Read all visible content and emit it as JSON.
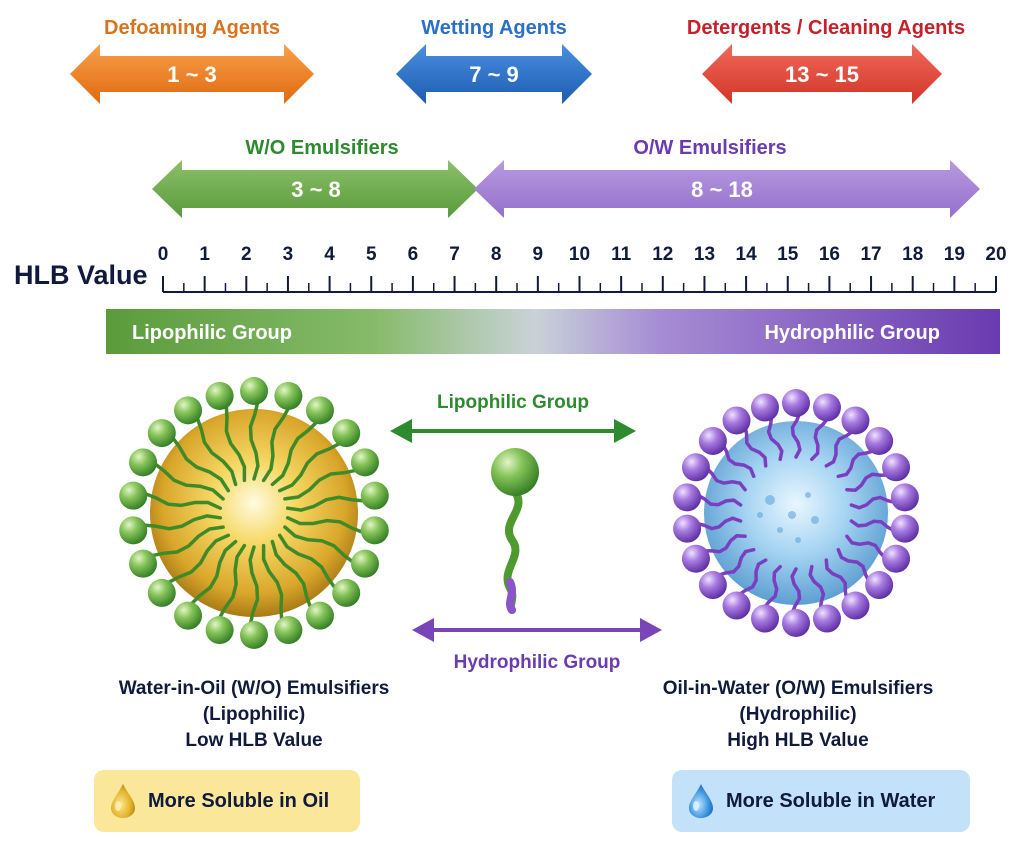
{
  "colors": {
    "orange": "#f07d1a",
    "orange_text": "#d9731f",
    "blue": "#2a6fc8",
    "red": "#e2483b",
    "red_text": "#c8202a",
    "green": "#6aa84a",
    "green_text": "#2e8a2e",
    "purple": "#a07fd0",
    "purple_text": "#6a3cb0",
    "navy": "#101a3c",
    "oil_badge": "#fbe79a",
    "water_badge": "#c3e1f8"
  },
  "applications": [
    {
      "label": "Defoaming Agents",
      "range": "1 ~ 3"
    },
    {
      "label": "Wetting Agents",
      "range": "7 ~ 9"
    },
    {
      "label": "Detergents / Cleaning Agents",
      "range": "13 ~ 15"
    }
  ],
  "emulsifiers": [
    {
      "label": "W/O Emulsifiers",
      "range": "3 ~ 8"
    },
    {
      "label": "O/W Emulsifiers",
      "range": "8 ~ 18"
    }
  ],
  "scale": {
    "title": "HLB Value",
    "min": 0,
    "max": 20,
    "ticks": [
      "0",
      "1",
      "2",
      "3",
      "4",
      "5",
      "6",
      "7",
      "8",
      "9",
      "10",
      "11",
      "12",
      "13",
      "14",
      "15",
      "16",
      "17",
      "18",
      "19",
      "20"
    ]
  },
  "gradient_bar": {
    "left_label": "Lipophilic Group",
    "right_label": "Hydrophilic Group"
  },
  "molecule": {
    "top_label": "Lipophilic Group",
    "bottom_label": "Hydrophilic Group"
  },
  "left_micelle": {
    "line1": "Water-in-Oil (W/O) Emulsifiers",
    "line2": "(Lipophilic)",
    "line3": "Low HLB Value",
    "badge": "More Soluble in Oil"
  },
  "right_micelle": {
    "line1": "Oil-in-Water (O/W) Emulsifiers",
    "line2": "(Hydrophilic)",
    "line3": "High HLB Value",
    "badge": "More Soluble in Water"
  }
}
